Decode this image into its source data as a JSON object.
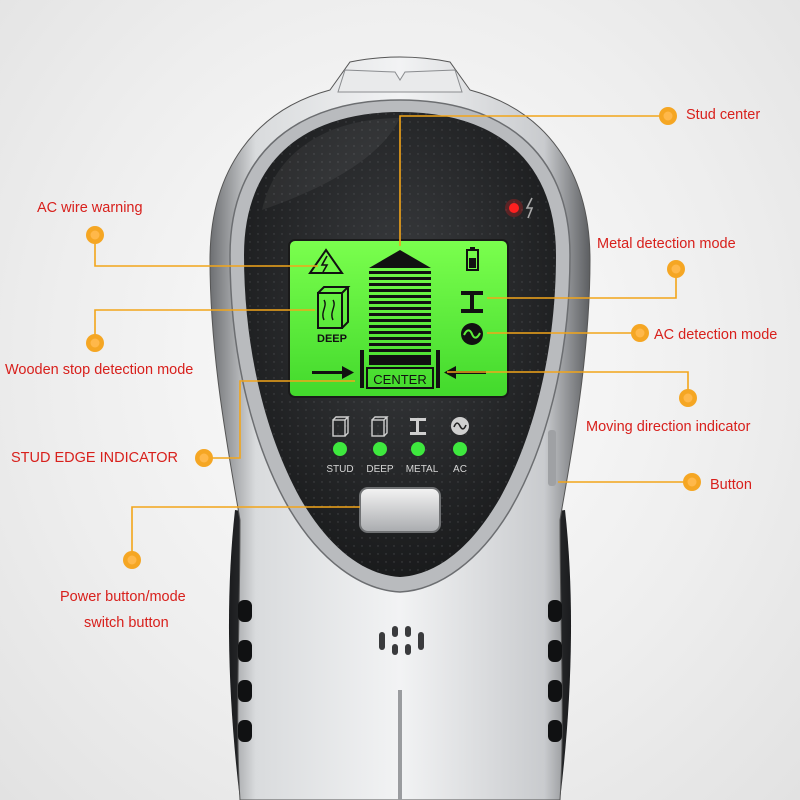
{
  "callouts": {
    "stud_center": "Stud center",
    "ac_wire_warning": "AC wire warning",
    "metal_detection_mode": "Metal detection mode",
    "ac_detection_mode": "AC detection mode",
    "wooden_stop_detection_mode": "Wooden stop detection mode",
    "moving_direction_indicator": "Moving direction indicator",
    "stud_edge_indicator": "STUD EDGE INDICATOR",
    "button": "Button",
    "power_button_line1": "Power button/mode",
    "power_button_line2": "switch button"
  },
  "lcd": {
    "deep_label": "DEEP",
    "center_label": "CENTER"
  },
  "mode_panel": {
    "labels": [
      "STUD",
      "DEEP",
      "METAL",
      "AC"
    ],
    "led_color": "#3ee83e"
  },
  "colors": {
    "callout_text": "#d8201c",
    "leader_line": "#f2a51a",
    "lcd_green": "#5df03a",
    "power_led": "#ff2020"
  },
  "icons": [
    "lightning-warning-icon",
    "battery-icon",
    "wood-stud-icon",
    "metal-i-beam-icon",
    "ac-wave-icon",
    "flash-icon",
    "speaker-grille-icon"
  ]
}
